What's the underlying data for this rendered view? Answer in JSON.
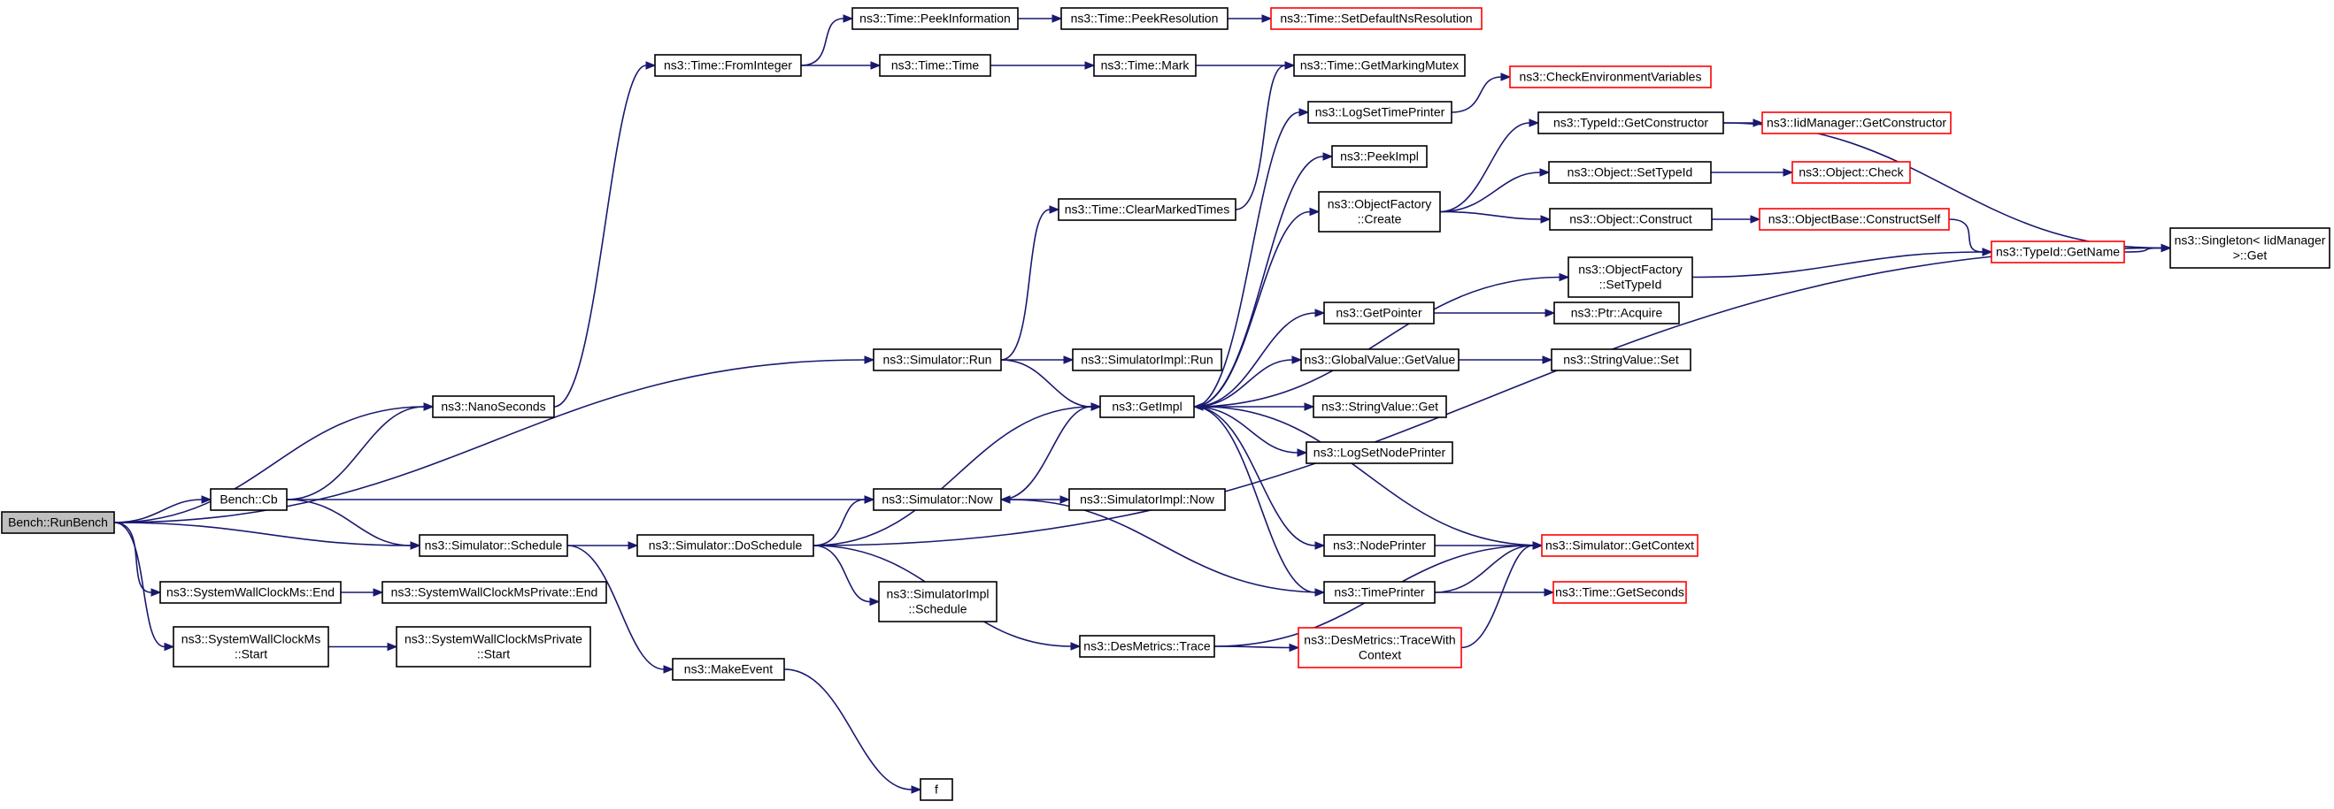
{
  "colors": {
    "edge": "#191970",
    "border": "#000000",
    "highlight_border": "#ff0000",
    "root_fill": "#bfbfbf"
  },
  "nodes": {
    "runbench": {
      "lines": [
        "Bench::RunBench"
      ],
      "style": "root"
    },
    "cb": {
      "lines": [
        "Bench::Cb"
      ],
      "style": "normal"
    },
    "wallend": {
      "lines": [
        "ns3::SystemWallClockMs::End"
      ],
      "style": "normal"
    },
    "wallstart": {
      "lines": [
        "ns3::SystemWallClockMs",
        "::Start"
      ],
      "style": "normal"
    },
    "nanoseconds": {
      "lines": [
        "ns3::NanoSeconds"
      ],
      "style": "normal"
    },
    "schedule": {
      "lines": [
        "ns3::Simulator::Schedule"
      ],
      "style": "normal"
    },
    "wallpend": {
      "lines": [
        "ns3::SystemWallClockMsPrivate::End"
      ],
      "style": "normal"
    },
    "wallpstart": {
      "lines": [
        "ns3::SystemWallClockMsPrivate",
        "::Start"
      ],
      "style": "normal"
    },
    "frominteger": {
      "lines": [
        "ns3::Time::FromInteger"
      ],
      "style": "normal"
    },
    "doschedule": {
      "lines": [
        "ns3::Simulator::DoSchedule"
      ],
      "style": "normal"
    },
    "makeevent": {
      "lines": [
        "ns3::MakeEvent"
      ],
      "style": "normal"
    },
    "peekinfo": {
      "lines": [
        "ns3::Time::PeekInformation"
      ],
      "style": "normal"
    },
    "timetime": {
      "lines": [
        "ns3::Time::Time"
      ],
      "style": "normal"
    },
    "simrun": {
      "lines": [
        "ns3::Simulator::Run"
      ],
      "style": "normal"
    },
    "simnow": {
      "lines": [
        "ns3::Simulator::Now"
      ],
      "style": "normal"
    },
    "implschedule": {
      "lines": [
        "ns3::SimulatorImpl",
        "::Schedule"
      ],
      "style": "normal"
    },
    "f": {
      "lines": [
        "f"
      ],
      "style": "normal"
    },
    "peekres": {
      "lines": [
        "ns3::Time::PeekResolution"
      ],
      "style": "normal"
    },
    "mark": {
      "lines": [
        "ns3::Time::Mark"
      ],
      "style": "normal"
    },
    "clearmarked": {
      "lines": [
        "ns3::Time::ClearMarkedTimes"
      ],
      "style": "normal"
    },
    "implrun": {
      "lines": [
        "ns3::SimulatorImpl::Run"
      ],
      "style": "normal"
    },
    "getimpl": {
      "lines": [
        "ns3::GetImpl"
      ],
      "style": "normal"
    },
    "implnow": {
      "lines": [
        "ns3::SimulatorImpl::Now"
      ],
      "style": "normal"
    },
    "destrace": {
      "lines": [
        "ns3::DesMetrics::Trace"
      ],
      "style": "normal"
    },
    "setdefault": {
      "lines": [
        "ns3::Time::SetDefaultNsResolution"
      ],
      "style": "red"
    },
    "getmarkingmutex": {
      "lines": [
        "ns3::Time::GetMarkingMutex"
      ],
      "style": "normal"
    },
    "logsettime": {
      "lines": [
        "ns3::LogSetTimePrinter"
      ],
      "style": "normal"
    },
    "peekimpl": {
      "lines": [
        "ns3::PeekImpl"
      ],
      "style": "normal"
    },
    "ofcreate": {
      "lines": [
        "ns3::ObjectFactory",
        "::Create"
      ],
      "style": "normal"
    },
    "getpointer": {
      "lines": [
        "ns3::GetPointer"
      ],
      "style": "normal"
    },
    "gvgetvalue": {
      "lines": [
        "ns3::GlobalValue::GetValue"
      ],
      "style": "normal"
    },
    "svget": {
      "lines": [
        "ns3::StringValue::Get"
      ],
      "style": "normal"
    },
    "logsetnode": {
      "lines": [
        "ns3::LogSetNodePrinter"
      ],
      "style": "normal"
    },
    "nodeprinter": {
      "lines": [
        "ns3::NodePrinter"
      ],
      "style": "normal"
    },
    "timeprinter": {
      "lines": [
        "ns3::TimePrinter"
      ],
      "style": "normal"
    },
    "tracewith": {
      "lines": [
        "ns3::DesMetrics::TraceWith",
        "Context"
      ],
      "style": "red"
    },
    "checkenv": {
      "lines": [
        "ns3::CheckEnvironmentVariables"
      ],
      "style": "red"
    },
    "tidgetctor": {
      "lines": [
        "ns3::TypeId::GetConstructor"
      ],
      "style": "normal"
    },
    "objsettypeid": {
      "lines": [
        "ns3::Object::SetTypeId"
      ],
      "style": "normal"
    },
    "objconstruct": {
      "lines": [
        "ns3::Object::Construct"
      ],
      "style": "normal"
    },
    "ofsettypeid": {
      "lines": [
        "ns3::ObjectFactory",
        "::SetTypeId"
      ],
      "style": "normal"
    },
    "ptracquire": {
      "lines": [
        "ns3::Ptr::Acquire"
      ],
      "style": "normal"
    },
    "svset": {
      "lines": [
        "ns3::StringValue::Set"
      ],
      "style": "normal"
    },
    "simgetcontext": {
      "lines": [
        "ns3::Simulator::GetContext"
      ],
      "style": "red"
    },
    "timegetseconds": {
      "lines": [
        "ns3::Time::GetSeconds"
      ],
      "style": "red"
    },
    "iidgetctor": {
      "lines": [
        "ns3::IidManager::GetConstructor"
      ],
      "style": "red"
    },
    "objcheck": {
      "lines": [
        "ns3::Object::Check"
      ],
      "style": "red"
    },
    "constructself": {
      "lines": [
        "ns3::ObjectBase::ConstructSelf"
      ],
      "style": "red"
    },
    "tidgetname": {
      "lines": [
        "ns3::TypeId::GetName"
      ],
      "style": "red"
    },
    "singleton": {
      "lines": [
        "ns3::Singleton< IidManager",
        ">::Get"
      ],
      "style": "normal"
    }
  },
  "edges": [
    [
      "runbench",
      "cb"
    ],
    [
      "runbench",
      "nanoseconds"
    ],
    [
      "runbench",
      "schedule"
    ],
    [
      "runbench",
      "simrun"
    ],
    [
      "runbench",
      "wallend"
    ],
    [
      "runbench",
      "wallstart"
    ],
    [
      "cb",
      "nanoseconds"
    ],
    [
      "cb",
      "schedule"
    ],
    [
      "cb",
      "simnow"
    ],
    [
      "wallend",
      "wallpend"
    ],
    [
      "wallstart",
      "wallpstart"
    ],
    [
      "nanoseconds",
      "frominteger"
    ],
    [
      "schedule",
      "doschedule"
    ],
    [
      "schedule",
      "makeevent"
    ],
    [
      "frominteger",
      "peekinfo"
    ],
    [
      "frominteger",
      "timetime"
    ],
    [
      "doschedule",
      "getimpl"
    ],
    [
      "doschedule",
      "simnow"
    ],
    [
      "doschedule",
      "implschedule"
    ],
    [
      "doschedule",
      "destrace"
    ],
    [
      "doschedule",
      "singleton"
    ],
    [
      "makeevent",
      "f"
    ],
    [
      "peekinfo",
      "peekres"
    ],
    [
      "peekres",
      "setdefault"
    ],
    [
      "timetime",
      "mark"
    ],
    [
      "mark",
      "getmarkingmutex"
    ],
    [
      "simrun",
      "clearmarked"
    ],
    [
      "simrun",
      "implrun"
    ],
    [
      "simrun",
      "getimpl"
    ],
    [
      "clearmarked",
      "getmarkingmutex"
    ],
    [
      "simnow",
      "getimpl"
    ],
    [
      "simnow",
      "implnow"
    ],
    [
      "destrace",
      "tracewith"
    ],
    [
      "destrace",
      "simgetcontext"
    ],
    [
      "getimpl",
      "logsettime"
    ],
    [
      "getimpl",
      "peekimpl"
    ],
    [
      "getimpl",
      "ofcreate"
    ],
    [
      "getimpl",
      "ofsettypeid"
    ],
    [
      "getimpl",
      "getpointer"
    ],
    [
      "getimpl",
      "gvgetvalue"
    ],
    [
      "getimpl",
      "svget"
    ],
    [
      "getimpl",
      "logsetnode"
    ],
    [
      "getimpl",
      "nodeprinter"
    ],
    [
      "getimpl",
      "timeprinter"
    ],
    [
      "logsettime",
      "checkenv"
    ],
    [
      "ofcreate",
      "tidgetctor"
    ],
    [
      "ofcreate",
      "objsettypeid"
    ],
    [
      "ofcreate",
      "objconstruct"
    ],
    [
      "tidgetctor",
      "iidgetctor"
    ],
    [
      "tidgetctor",
      "singleton"
    ],
    [
      "objsettypeid",
      "objcheck"
    ],
    [
      "objconstruct",
      "constructself"
    ],
    [
      "constructself",
      "tidgetname"
    ],
    [
      "ofsettypeid",
      "tidgetname"
    ],
    [
      "tidgetname",
      "singleton"
    ],
    [
      "getpointer",
      "ptracquire"
    ],
    [
      "gvgetvalue",
      "svset"
    ],
    [
      "nodeprinter",
      "simgetcontext"
    ],
    [
      "timeprinter",
      "simnow"
    ],
    [
      "timeprinter",
      "timegetseconds"
    ],
    [
      "timeprinter",
      "simgetcontext"
    ],
    [
      "tracewith",
      "simgetcontext"
    ],
    [
      "simgetcontext",
      "getimpl"
    ]
  ]
}
